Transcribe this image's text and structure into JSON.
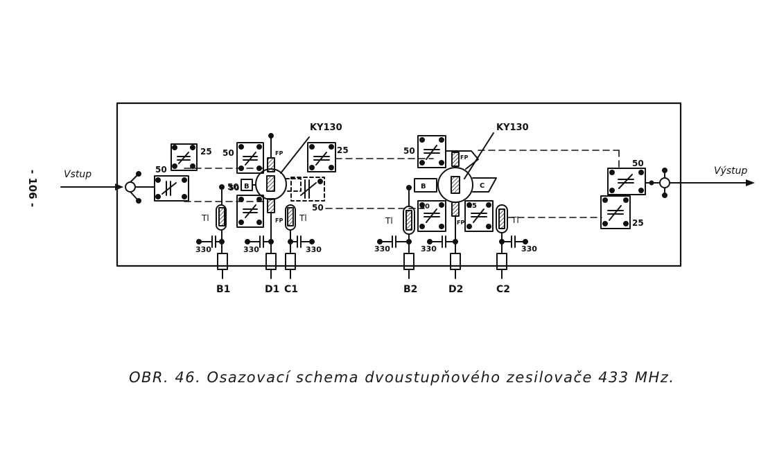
{
  "page_number": "- 106 -",
  "input_label": "Vstup",
  "output_label": "Výstup",
  "transistor_1_label": "KY130",
  "transistor_2_label": "KY130",
  "values": {
    "v25": "25",
    "v50": "50",
    "v330": "330",
    "tl": "Tl",
    "b": "B",
    "c": "C",
    "fp": "FP"
  },
  "terminals": {
    "b1": "B1",
    "d1": "D1",
    "c1": "C1",
    "b2": "B2",
    "d2": "D2",
    "c2": "C2"
  },
  "caption": "OBR. 46. Osazovací schema dvoustupňového zesilovače 433 MHz.",
  "colors": {
    "ink": "#111111",
    "paper": "#ffffff"
  }
}
